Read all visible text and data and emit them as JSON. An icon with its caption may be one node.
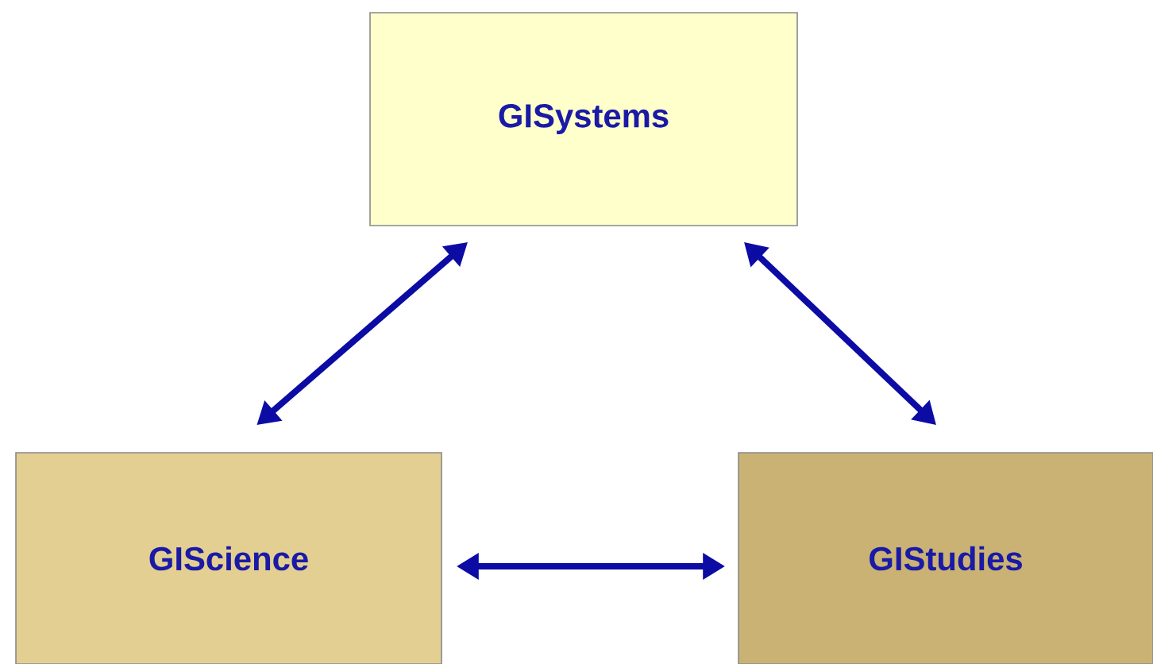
{
  "diagram": {
    "nodes": [
      {
        "text": [
          "GISystems"
        ]
      },
      {
        "text": [
          "GIScience"
        ]
      },
      {
        "text": [
          "GIStudies"
        ]
      }
    ],
    "edges": [
      {
        "from": 0,
        "to": 1,
        "arrow": "both"
      },
      {
        "from": 0,
        "to": 2,
        "arrow": "both"
      },
      {
        "from": 1,
        "to": 2,
        "arrow": "both"
      }
    ]
  }
}
